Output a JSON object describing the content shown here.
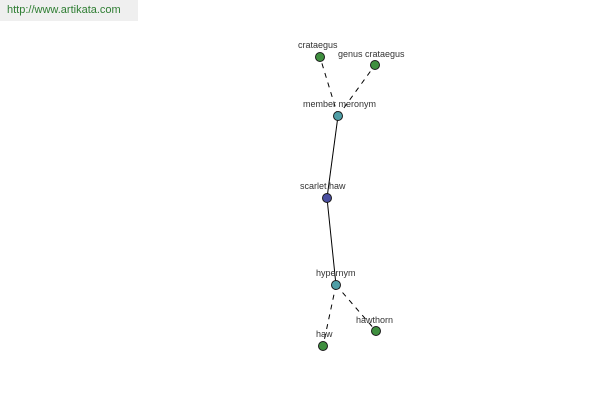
{
  "header": {
    "url": "http://www.artikata.com"
  },
  "colors": {
    "leaf": "#3f8f3f",
    "relation": "#4f9ea6",
    "root": "#4a4ea0",
    "url_text": "#2e7d32"
  },
  "graph": {
    "nodes": {
      "crataegus": {
        "label": "crataegus",
        "kind": "leaf"
      },
      "genus_crataegus": {
        "label": "genus crataegus",
        "kind": "leaf"
      },
      "member_meronym": {
        "label": "member meronym",
        "kind": "relation"
      },
      "scarlet_haw": {
        "label": "scarlet haw",
        "kind": "root"
      },
      "hypernym": {
        "label": "hypernym",
        "kind": "relation"
      },
      "haw": {
        "label": "haw",
        "kind": "leaf"
      },
      "hawthorn": {
        "label": "hawthorn",
        "kind": "leaf"
      }
    },
    "edges": [
      {
        "from": "scarlet_haw",
        "to": "member_meronym",
        "style": "solid"
      },
      {
        "from": "scarlet_haw",
        "to": "hypernym",
        "style": "solid"
      },
      {
        "from": "member_meronym",
        "to": "crataegus",
        "style": "dashed"
      },
      {
        "from": "member_meronym",
        "to": "genus_crataegus",
        "style": "dashed"
      },
      {
        "from": "hypernym",
        "to": "haw",
        "style": "dashed"
      },
      {
        "from": "hypernym",
        "to": "hawthorn",
        "style": "dashed"
      }
    ]
  }
}
